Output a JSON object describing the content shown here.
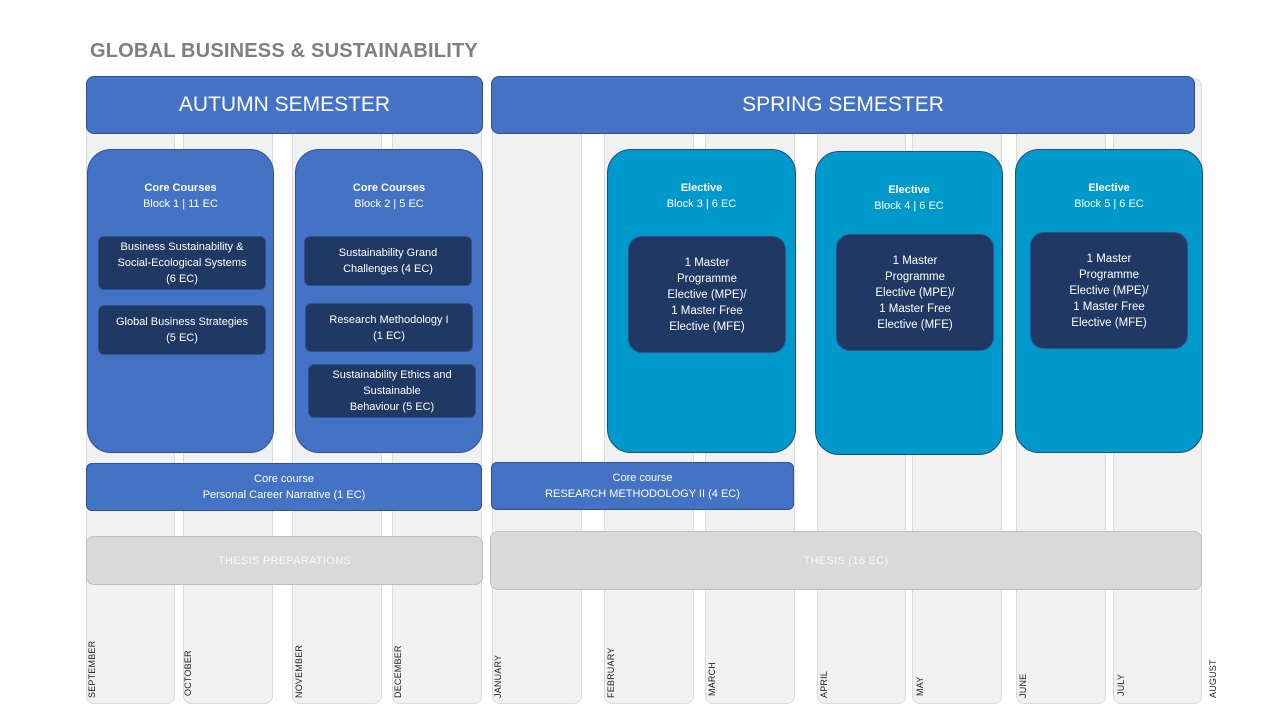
{
  "title": "GLOBAL BUSINESS & SUSTAINABILITY",
  "semesters": {
    "autumn": "AUTUMN SEMESTER",
    "spring": "SPRING SEMESTER"
  },
  "months": [
    "SEPTEMBER",
    "OCTOBER",
    "NOVEMBER",
    "DECEMBER",
    "JANUARY",
    "FEBRUARY",
    "MARCH",
    "APRIL",
    "MAY",
    "JUNE",
    "JULY",
    "AUGUST"
  ],
  "blocks": [
    {
      "title": "Core Courses",
      "subtitle": "Block 1 | 11 EC",
      "courses": [
        {
          "lines": [
            "Business Sustainability &",
            "Social-Ecological Systems",
            "(6 EC)"
          ]
        },
        {
          "lines": [
            "Global Business Strategies",
            "(5 EC)"
          ]
        }
      ]
    },
    {
      "title": "Core Courses",
      "subtitle": "Block 2 | 5 EC",
      "courses": [
        {
          "lines": [
            "Sustainability Grand",
            "Challenges (4 EC)"
          ]
        },
        {
          "lines": [
            "Research Methodology I",
            "(1 EC)"
          ]
        },
        {
          "lines": [
            "Sustainability Ethics and",
            "Sustainable",
            "Behaviour  (5 EC)"
          ]
        }
      ]
    },
    {
      "title": "Elective",
      "subtitle": "Block 3 | 6 EC",
      "courses": [
        {
          "lines": [
            "1 Master",
            "Programme",
            "Elective (MPE)/",
            "1 Master Free",
            "Elective (MFE)"
          ]
        }
      ]
    },
    {
      "title": "Elective",
      "subtitle": "Block 4 | 6 EC",
      "courses": [
        {
          "lines": [
            "1 Master",
            "Programme",
            "Elective (MPE)/",
            "1 Master Free",
            "Elective (MFE)"
          ]
        }
      ]
    },
    {
      "title": "Elective",
      "subtitle": "Block 5 | 6 EC",
      "courses": [
        {
          "lines": [
            "1 Master",
            "Programme",
            "Elective (MPE)/",
            "1 Master Free",
            "Elective (MFE)"
          ]
        }
      ]
    }
  ],
  "core_bars": [
    {
      "label": "Core course",
      "course": "Personal Career Narrative (1 EC)"
    },
    {
      "label": "Core course",
      "course": "RESEARCH METHODOLOGY II (4 EC)"
    }
  ],
  "thesis": {
    "preparation": "THESIS PREPARATIONS",
    "main": "THESIS (16 EC)"
  },
  "colors": {
    "title": "#7f7f7f",
    "semester_header": "#4472c4",
    "core_block": "#4472c4",
    "elective_block": "#0099cc",
    "course_box": "#203864",
    "thesis_bar": "#d9d9d9",
    "month_column": "#f1f1f1"
  }
}
